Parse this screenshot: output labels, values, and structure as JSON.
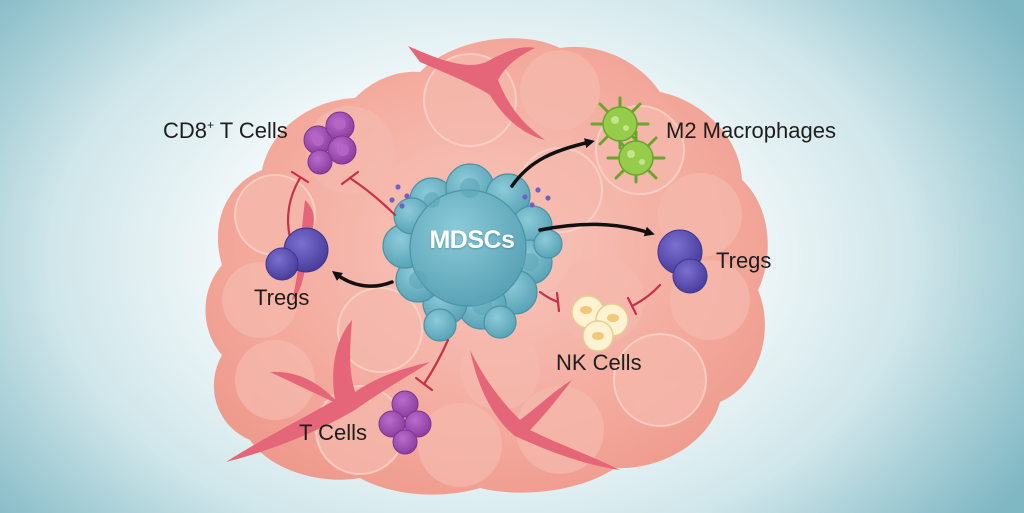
{
  "labels": {
    "center": "MDSCs",
    "cd8_prefix": "CD8",
    "cd8_sup": "+",
    "cd8_suffix": " T Cells",
    "m2_macrophages": "M2 Macrophages",
    "tregs_right": "Tregs",
    "tregs_left": "Tregs",
    "nk_cells": "NK Cells",
    "t_cells": "T Cells"
  },
  "colors": {
    "tumor": "#f3a79a",
    "tumor_light": "#f7c1b6",
    "vessel": "#e4677a",
    "mdsc": "#6fb3c4",
    "mdsc_dark": "#4e97aa",
    "tcell": "#9c4fae",
    "treg": "#5b4fb0",
    "nk": "#fbeec5",
    "macrophage": "#8ac43f",
    "activation_arrow": "#111111",
    "inhibition": "#c6304a",
    "background": "#7fb7c3"
  }
}
